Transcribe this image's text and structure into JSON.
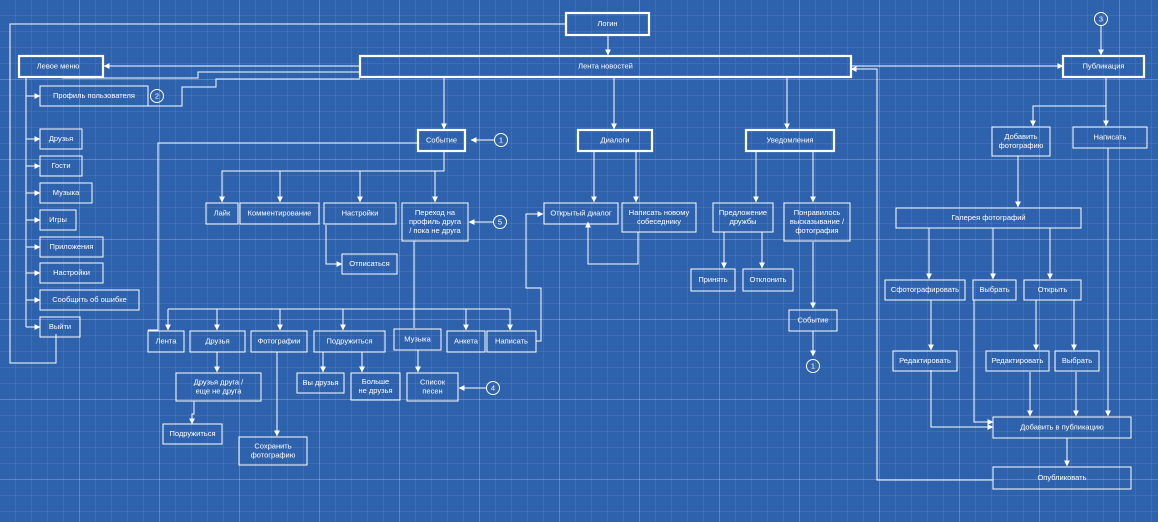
{
  "nodes": {
    "login": "Логин",
    "left_menu": "Левое меню",
    "news_feed": "Лента новостей",
    "publication": "Публикация",
    "user_profile": "Профиль пользователя",
    "friends": "Друзья",
    "guests": "Гости",
    "music": "Музыка",
    "games": "Игры",
    "apps": "Приложения",
    "settings": "Настройки",
    "report_error": "Сообщить об ошибке",
    "logout": "Выйти",
    "event": "Событие",
    "like": "Лайк",
    "commenting": "Комментирование",
    "event_settings": "Настройки",
    "goto_friend_profile": [
      "Переход на",
      "профиль друга",
      "/ пока не друга"
    ],
    "unsubscribe": "Отписаться",
    "dialogs": "Диалоги",
    "open_dialog": "Открытый диалог",
    "write_new": [
      "Написать новому",
      "собеседнику"
    ],
    "notifications": "Уведомления",
    "friend_request": [
      "Предложение",
      "дружбы"
    ],
    "accept": "Принять",
    "decline": "Отклонить",
    "liked_post": [
      "Понравилось",
      "высказывание /",
      "фотография"
    ],
    "notif_event": "Событие",
    "profile_feed": "Лента",
    "profile_friends": "Друзья",
    "profile_photos": "Фотографии",
    "befriend": "Подружиться",
    "profile_music": "Музыка",
    "questionnaire": "Анкета",
    "write": "Написать",
    "friends_of_friend": [
      "Друзья друга /",
      "еще не друга"
    ],
    "befriend_2": "Подружиться",
    "save_photo": [
      "Сохранить",
      "фотографию"
    ],
    "you_are_friends": "Вы друзья",
    "no_longer_friends": [
      "Больше",
      "не друзья"
    ],
    "song_list": [
      "Список",
      "песен"
    ],
    "add_photo": [
      "Добавить",
      "фотографию"
    ],
    "pub_write": "Написать",
    "photo_gallery": "Галерея фотографий",
    "take_photo": "Сфотографировать",
    "choose": "Выбрать",
    "open": "Открыть",
    "edit_1": "Редактировать",
    "edit_2": "Редактировать",
    "choose_2": "Выбрать",
    "add_to_publication": "Добавить в публикацию",
    "publish": "Опубликовать"
  },
  "badges": {
    "b2": "2",
    "b1": "1",
    "b5": "5",
    "b4": "4",
    "b1b": "1",
    "b3": "3"
  },
  "theme": {
    "background": "#2f62ac",
    "line": "#ffffff"
  }
}
